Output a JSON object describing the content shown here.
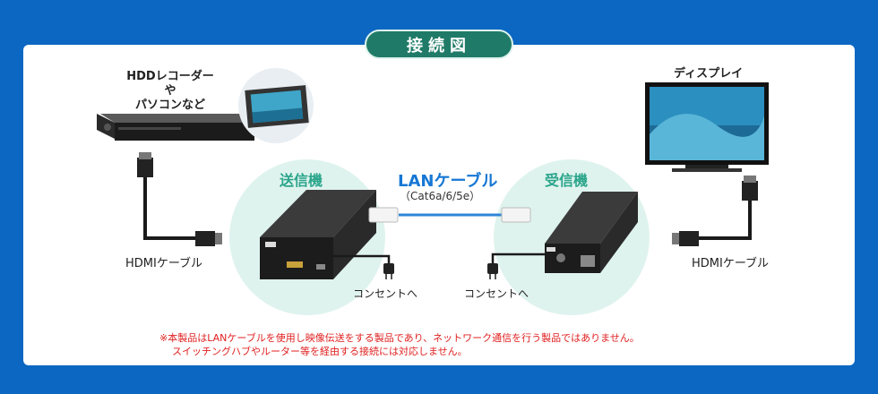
{
  "title": "接続図",
  "source": {
    "label_line1": "HDDレコーダーや",
    "label_line2": "パソコンなど"
  },
  "display": {
    "label": "ディスプレイ"
  },
  "transmitter": {
    "label": "送信機"
  },
  "receiver": {
    "label": "受信機"
  },
  "lan": {
    "title": "LANケーブル",
    "subtitle": "（Cat6a/6/5e）"
  },
  "hdmi_left": "HDMIケーブル",
  "hdmi_right": "HDMIケーブル",
  "outlet_left": "コンセントへ",
  "outlet_right": "コンセントへ",
  "note": {
    "line1": "※本製品はLANケーブルを使用し映像伝送をする製品であり、ネットワーク通信を行う製品ではありません。",
    "line2": "スイッチングハブやルーター等を経由する接続には対応しません。"
  },
  "colors": {
    "background": "#0b67c2",
    "accent_green": "#1f7b67",
    "circle": "#dff3ee",
    "lan_blue": "#1677d4",
    "note_red": "#e01f1f"
  }
}
